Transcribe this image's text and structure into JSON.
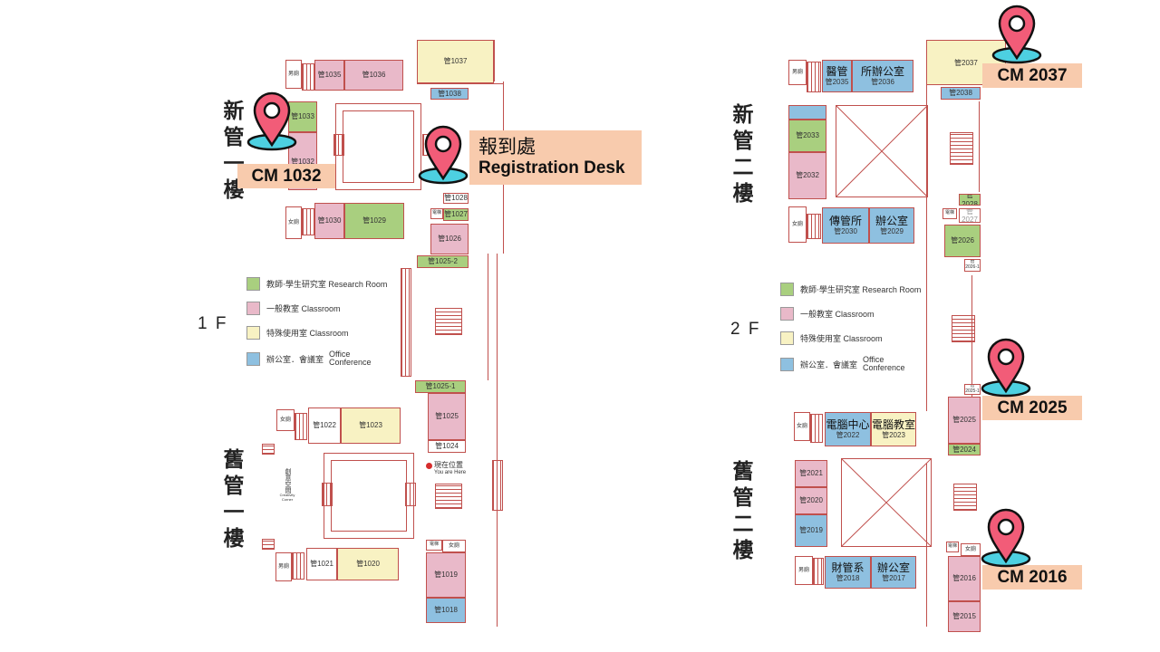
{
  "titles": {
    "new_1f": "新管一樓",
    "old_1f": "舊管一樓",
    "new_2f": "新管二樓",
    "old_2f": "舊管二樓"
  },
  "floors": {
    "f1": "1 F",
    "f2": "2 F"
  },
  "legend": {
    "research": "教師‧學生研究室 Research Room",
    "classroom": "一般教室 Classroom",
    "special": "特殊使用室 Classroom",
    "office_zh": "辦公室．會議室",
    "office_en1": "Office",
    "office_en2": "Conference"
  },
  "colors": {
    "research": "#a9cf7f",
    "classroom": "#e9b9c9",
    "special": "#f8f2c3",
    "office": "#8ec0e0",
    "callout": "#f8cbad",
    "pin": "#f25c78",
    "pin_base": "#4dd0e1"
  },
  "rooms_1f": {
    "r1035": "管1035",
    "r1036": "管1036",
    "r1037": "管1037",
    "r1038": "管1038",
    "r1033": "管1033",
    "r1032": "管1032",
    "r1028": "管1028",
    "r1027": "管1027",
    "r1026": "管1026",
    "r1030": "管1030",
    "r1029": "管1029",
    "r1025_2": "管1025-2",
    "r1025_1": "管1025-1",
    "r1025": "管1025",
    "r1024": "管1024",
    "r1022": "管1022",
    "r1023": "管1023",
    "r1021": "管1021",
    "r1020": "管1020",
    "r1019": "管1019",
    "r1018": "管1018",
    "men": "男廁",
    "women": "女廁",
    "elevator": "電梯",
    "creativity_zh": "創意空間",
    "creativity_en": "Creativity Corner",
    "here_zh": "現在位置",
    "here_en": "You are Here"
  },
  "rooms_2f": {
    "men": "男廁",
    "women": "女廁",
    "elevator": "電梯",
    "r2035_name": "醫管",
    "r2035": "管2035",
    "r2036_name": "所辦公室",
    "r2036": "管2036",
    "r2037": "管2037",
    "r2038": "管2038",
    "r2033": "管2033",
    "r2032": "管2032",
    "r2030_name": "傳管所",
    "r2030": "管2030",
    "r2029_name": "辦公室",
    "r2029": "管2029",
    "r2028": "管2028",
    "r2027": "管2027",
    "r2026": "管2026",
    "r2026_1": "管2026-1",
    "r2025_x": "管2025-1",
    "r2025": "管2025",
    "r2024": "管2024",
    "r2022_name": "電腦中心",
    "r2022": "管2022",
    "r2023_name": "電腦教室",
    "r2023": "管2023",
    "r2021": "管2021",
    "r2020": "管2020",
    "r2019": "管2019",
    "r2018_name": "財管系",
    "r2018": "管2018",
    "r2017_name": "辦公室",
    "r2017": "管2017",
    "r2016": "管2016",
    "r2015": "管2015"
  },
  "callouts": {
    "cm1032": "CM 1032",
    "reg_zh": "報到處",
    "reg_en": "Registration Desk",
    "cm2037": "CM 2037",
    "cm2025": "CM 2025",
    "cm2016": "CM 2016"
  }
}
